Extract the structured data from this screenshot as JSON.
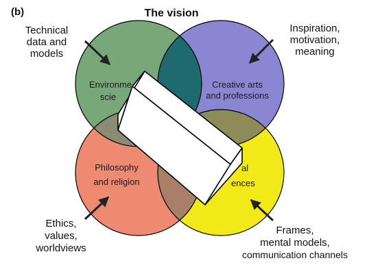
{
  "panel_label": "(b)",
  "title": "The vision",
  "colors": {
    "green": "#78a87a",
    "purple": "#8b86d2",
    "salmon": "#ef8a72",
    "yellow": "#f1ea18",
    "teal_overlap": "#1f6a6e",
    "grey_overlap": "#8c8c74",
    "brown_overlap": "#a88068",
    "outline": "#000000"
  },
  "circles": {
    "top_left": {
      "label_line1": "Environme",
      "label_line2": "scie"
    },
    "top_right": {
      "label_line1": "Creative arts",
      "label_line2": "and professions"
    },
    "bottom_left": {
      "label_line1": "Philosophy",
      "label_line2": "and religion"
    },
    "bottom_right": {
      "label_line1": "al",
      "label_line2": "ences"
    }
  },
  "callouts": {
    "top_left": {
      "line1": "Technical",
      "line2": "data and",
      "line3": "models"
    },
    "top_right": {
      "line1": "Inspiration,",
      "line2": "motivation,",
      "line3": "meaning"
    },
    "bottom_left": {
      "line1": "Ethics,",
      "line2": "values,",
      "line3": "worldviews"
    },
    "bottom_right": {
      "line1": "Frames,",
      "line2": "mental models,",
      "line3": "communication channels"
    }
  }
}
